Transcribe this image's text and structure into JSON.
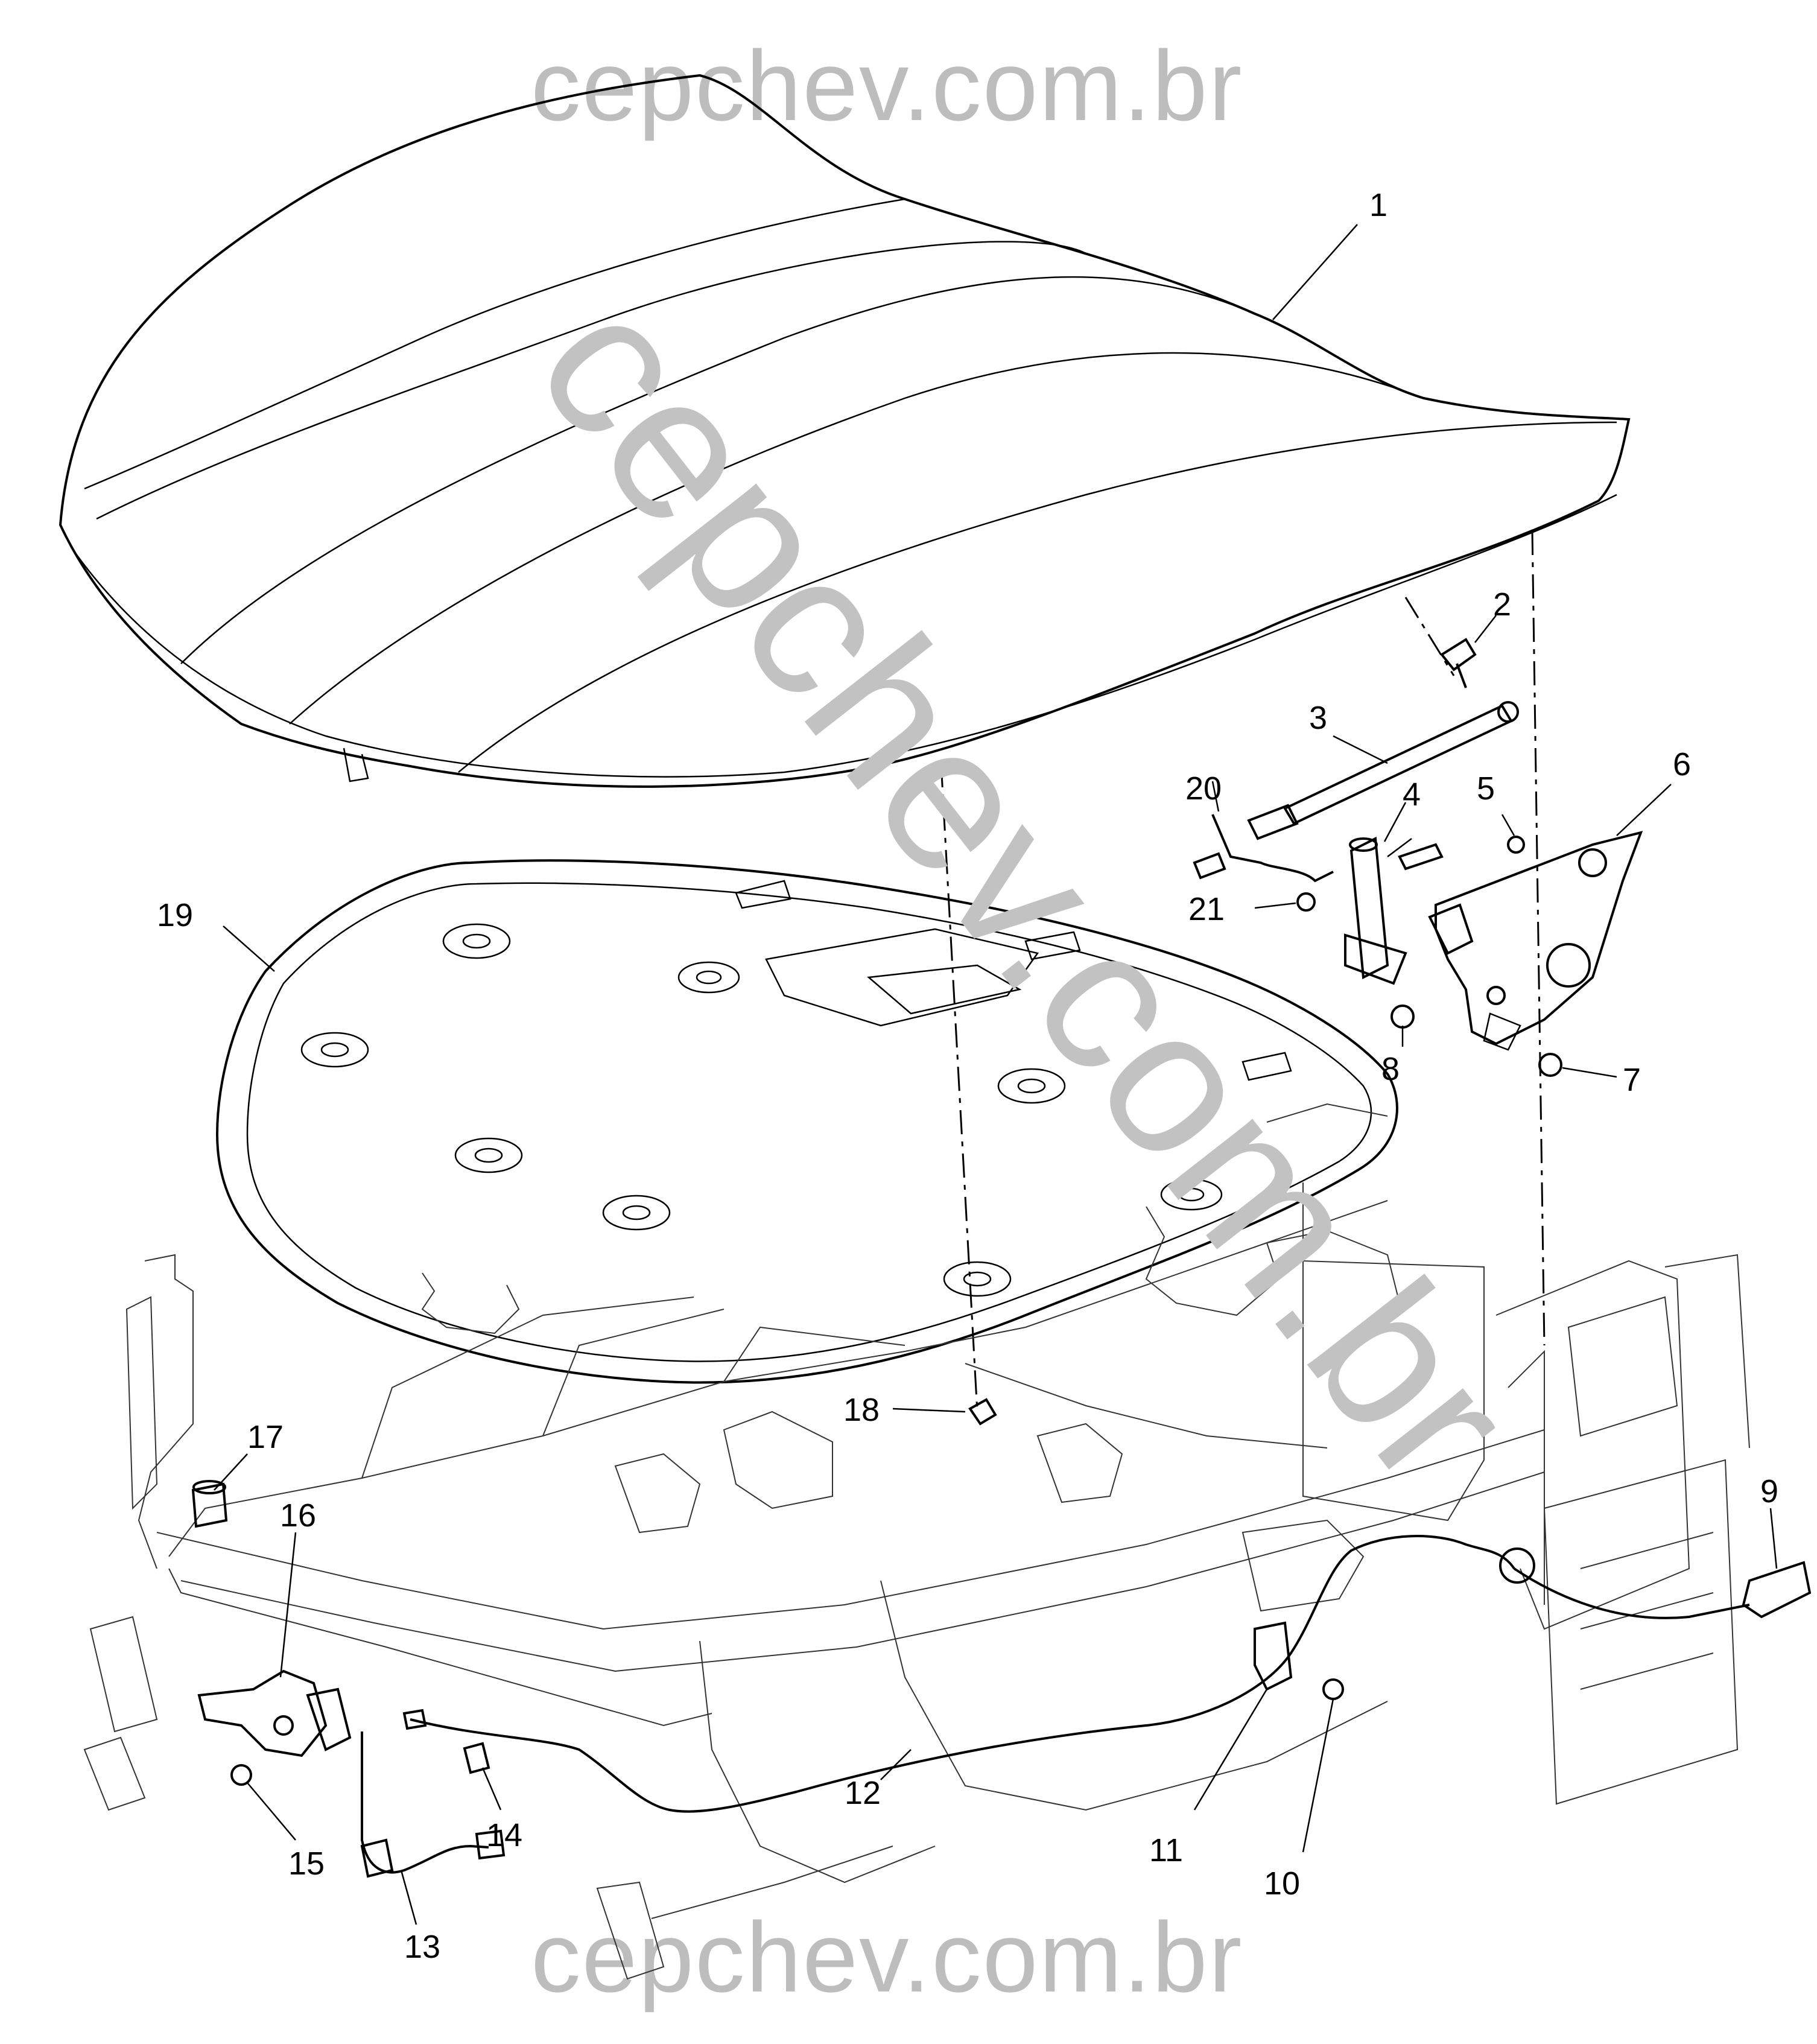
{
  "watermark": {
    "top": "cepchev.com.br",
    "bottom": "cepchev.com.br",
    "diagonal": "cepchev.com.br",
    "color": "#bdbdbd"
  },
  "callouts": {
    "c1": "1",
    "c2": "2",
    "c3": "3",
    "c4": "4",
    "c5": "5",
    "c6": "6",
    "c7": "7",
    "c8": "8",
    "c9": "9",
    "c10": "10",
    "c11": "11",
    "c12": "12",
    "c13": "13",
    "c14": "14",
    "c15": "15",
    "c16": "16",
    "c17": "17",
    "c18": "18",
    "c19": "19",
    "c20": "20",
    "c21": "21"
  }
}
